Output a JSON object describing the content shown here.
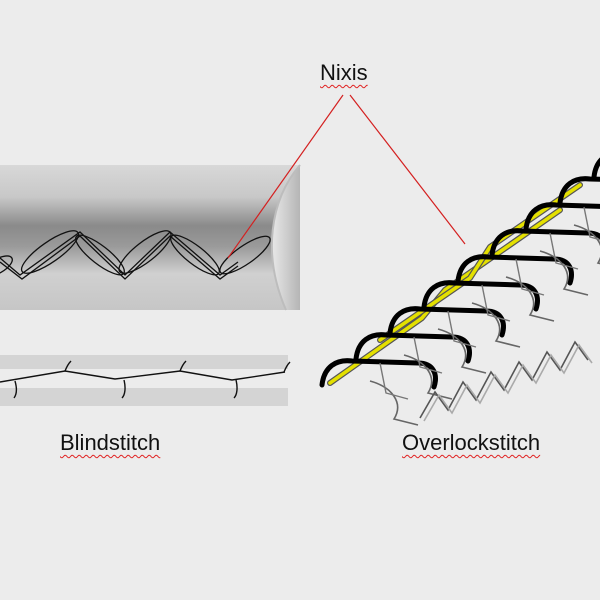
{
  "labels": {
    "nixis": "Nixis",
    "blindstitch": "Blindstitch",
    "overlockstitch": "Overlockstitch"
  },
  "colors": {
    "background": "#ececec",
    "thread_black": "#000000",
    "thread_yellow": "#e4e000",
    "leader_line": "#d42020",
    "thread_outline": "#555555"
  }
}
